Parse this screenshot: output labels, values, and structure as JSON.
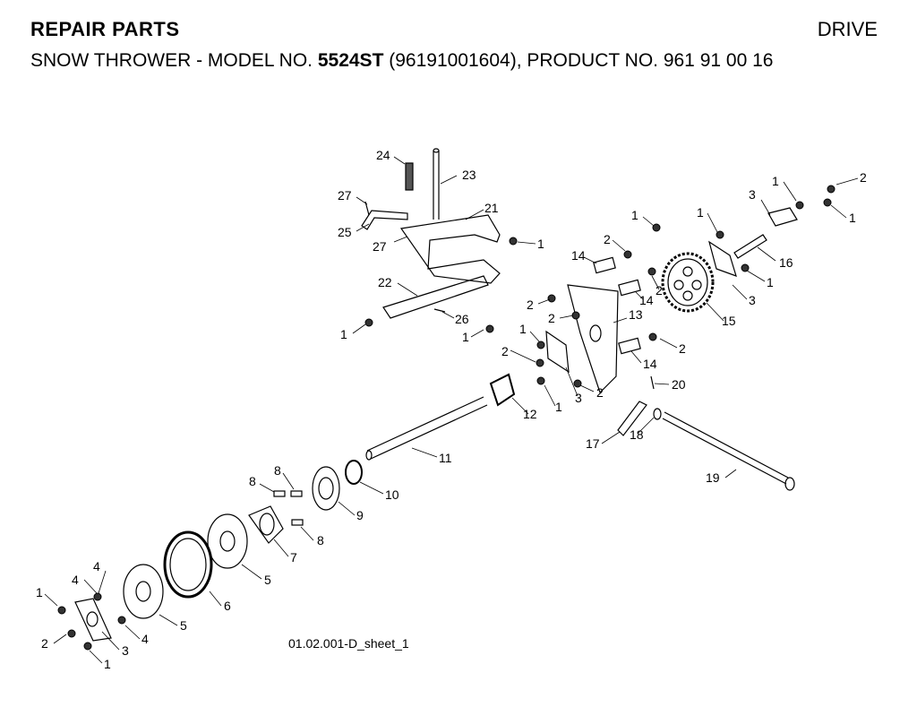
{
  "header": {
    "title": "REPAIR PARTS",
    "section": "DRIVE",
    "subtitle_pre": "SNOW THROWER - MODEL NO. ",
    "model": "5524ST",
    "subtitle_post": " (96191001604), PRODUCT NO. 961 91 00 16"
  },
  "drawing_ref": "01.02.001-D_sheet_1",
  "callouts": [
    "24",
    "23",
    "27",
    "21",
    "25",
    "27",
    "1",
    "22",
    "26",
    "1",
    "1",
    "1",
    "2",
    "1",
    "3",
    "1",
    "2",
    "1",
    "16",
    "14",
    "2",
    "1",
    "14",
    "2",
    "3",
    "2",
    "13",
    "15",
    "1",
    "2",
    "2",
    "14",
    "2",
    "3",
    "1",
    "2",
    "12",
    "20",
    "11",
    "17",
    "18",
    "10",
    "19",
    "8",
    "8",
    "9",
    "8",
    "7",
    "5",
    "6",
    "4",
    "5",
    "1",
    "4",
    "4",
    "3",
    "2",
    "1"
  ]
}
